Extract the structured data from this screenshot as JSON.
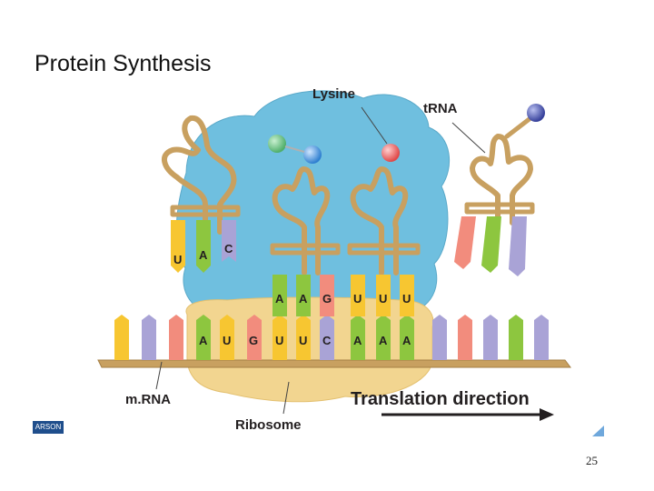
{
  "slide": {
    "title": "Protein Synthesis",
    "page_number": "25",
    "logo_text": "ARSON"
  },
  "labels": {
    "lysine": "Lysine",
    "trna": "tRNA",
    "mrna": "m.RNA",
    "ribosome": "Ribosome",
    "direction": "Translation direction"
  },
  "mrna_codon_bases": [
    "A",
    "U",
    "G",
    "U",
    "U",
    "C",
    "A",
    "A",
    "A"
  ],
  "trna_anticodons": [
    [
      "U",
      "A",
      "C"
    ],
    [
      "A",
      "A",
      "G"
    ],
    [
      "U",
      "U",
      "U"
    ],
    [
      "",
      "",
      ""
    ]
  ],
  "colors": {
    "ribosome_large": "#6fbfdf",
    "ribosome_small": "#f2d590",
    "trna_body": "#c8a060",
    "mrna_backbone": "#c8a060",
    "base_A": "#8dc63f",
    "base_U": "#f7c631",
    "base_G": "#f28c7d",
    "base_C": "#a9a3d6",
    "amino_green": "#4fae6a",
    "amino_blue": "#2f7fd0",
    "amino_red": "#e04848",
    "amino_navy": "#353f9a"
  }
}
